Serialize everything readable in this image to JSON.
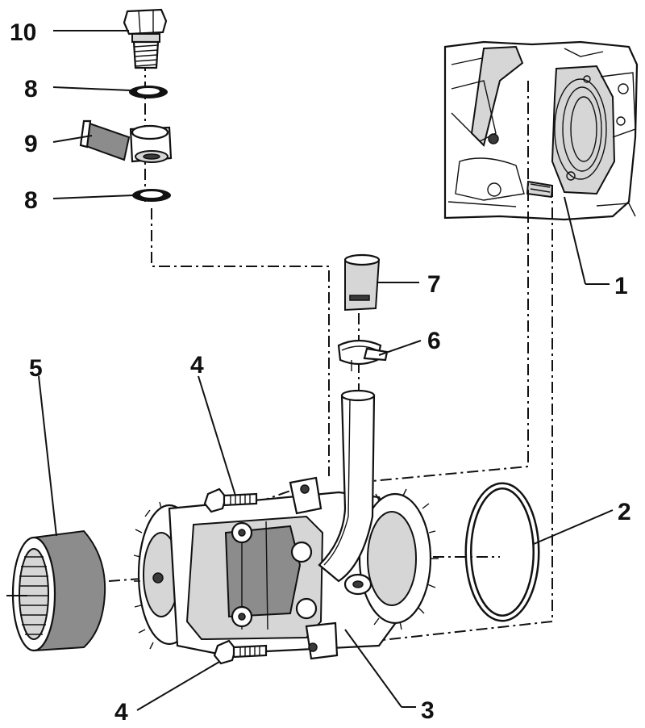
{
  "labels": {
    "l1": "1",
    "l2": "2",
    "l3": "3",
    "l4_top": "4",
    "l4_bottom": "4",
    "l5": "5",
    "l6": "6",
    "l7": "7",
    "l8_top": "8",
    "l8_bottom": "8",
    "l9": "9",
    "l10": "10"
  },
  "colors": {
    "ink": "#111111",
    "shade": "#8c8c8c",
    "light": "#d6d6d6",
    "background": "#ffffff"
  }
}
